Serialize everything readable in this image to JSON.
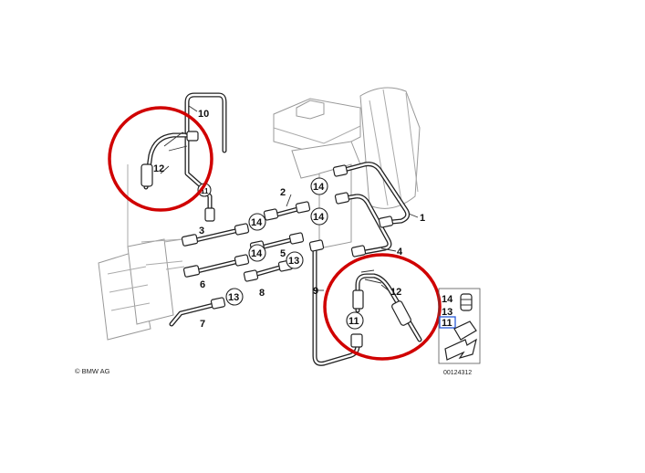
{
  "callouts": {
    "c1": "1",
    "c2": "2",
    "c3": "3",
    "c4": "4",
    "c5": "5",
    "c6": "6",
    "c7": "7",
    "c8": "8",
    "c9": "9",
    "c10": "10",
    "c11a": "11",
    "c11b": "11",
    "c12a": "12",
    "c12b": "12",
    "c13a": "13",
    "c13b": "13",
    "c14a": "14",
    "c14b": "14",
    "c14c": "14"
  },
  "legend": {
    "item14": "14",
    "item13": "13",
    "item11": "11"
  },
  "copyright": "© BMW AG",
  "diagram_id": "00124312",
  "colors": {
    "highlight_circle": "#d00000",
    "selected_box": "#2a5bd7",
    "line_art": "#222222"
  }
}
